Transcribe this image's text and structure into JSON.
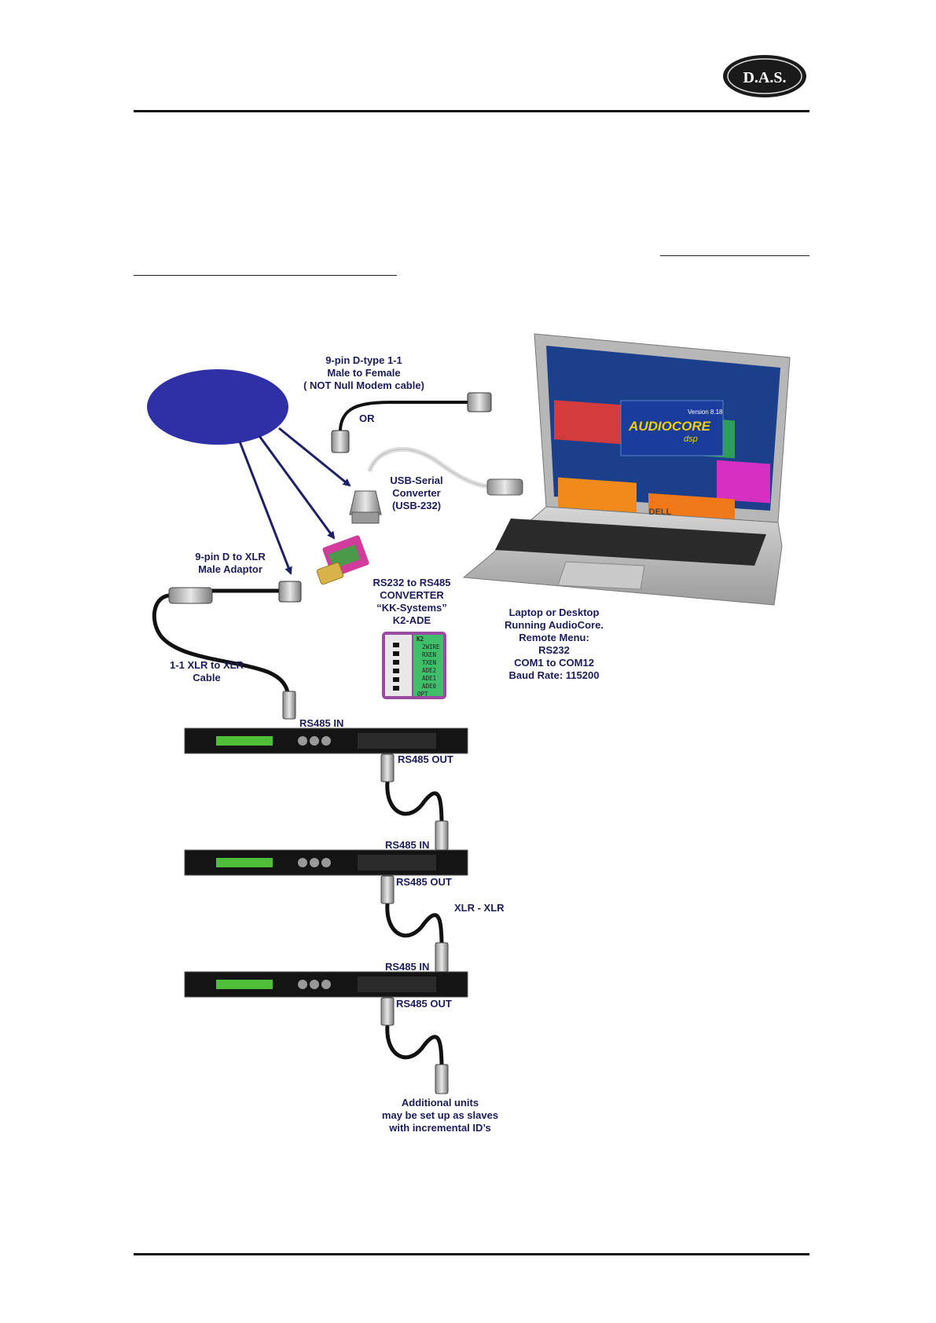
{
  "header": {
    "logo_text": "D.A.S."
  },
  "diagram": {
    "cable_label": [
      "9-pin D-type 1-1",
      "Male to Female",
      "( NOT Null Modem cable)"
    ],
    "or_label": "OR",
    "usb_label": [
      "USB-Serial",
      "Converter",
      "(USB-232)"
    ],
    "adaptor_label": [
      "9-pin D to XLR",
      "Male Adaptor"
    ],
    "converter_label": [
      "RS232 to RS485",
      "CONVERTER",
      "“KK-Systems”",
      "K2-ADE"
    ],
    "converter_switches": [
      "2WIRE",
      "RXEN",
      "TXEN",
      "ADE2",
      "ADE1",
      "ADE0",
      "OPT"
    ],
    "converter_brand": "K2",
    "laptop_label": [
      "Laptop or Desktop",
      "Running AudioCore.",
      "Remote Menu:",
      "RS232",
      "COM1 to COM12",
      "Baud Rate: 115200"
    ],
    "laptop_brand": "DELL",
    "screen_title": "AUDIOCORE",
    "screen_subtitle": "dsp",
    "screen_version": "Version 8.18",
    "xlr_cable_label": [
      "1-1  XLR to XLR",
      "Cable"
    ],
    "in_label": "RS485 IN",
    "out_label": "RS485 OUT",
    "xlr_xlr_label": "XLR - XLR",
    "additional_label": [
      "Additional units",
      "may be set up as slaves",
      "with incremental ID’s"
    ]
  }
}
